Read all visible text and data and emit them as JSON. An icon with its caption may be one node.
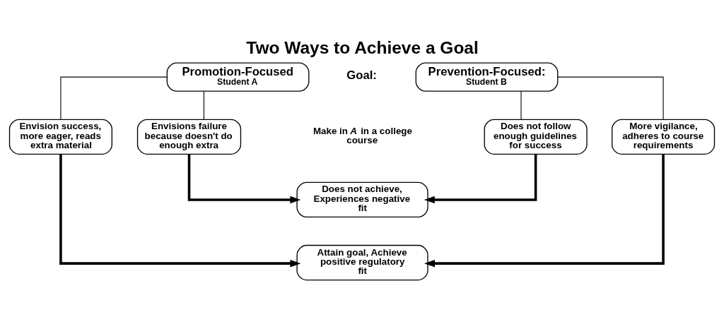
{
  "diagram": {
    "title": "Two Ways to Achieve a Goal",
    "nodes": [
      {
        "text": [
          "Promotion-Focused",
          "Student A"
        ]
      },
      {
        "text": [
          "Envision success, more eager, reads extra material"
        ]
      },
      {
        "text": [
          "Envisions failure because doesn't do enough extra"
        ]
      },
      {
        "text": [
          "Prevention-Focused:",
          "Student B"
        ]
      },
      {
        "text": [
          "Does not follow enough guidelines for success"
        ]
      },
      {
        "text": [
          "More vigilance, adheres to course requirements"
        ]
      },
      {
        "text": [
          "Does not achieve, Experiences negative fit"
        ]
      },
      {
        "text": [
          "Attain goal, Achieve positive regulatory fit"
        ]
      }
    ],
    "edges": [
      {
        "from": 0,
        "to": 1,
        "arrow": "none"
      },
      {
        "from": 0,
        "to": 2,
        "arrow": "none"
      },
      {
        "from": 3,
        "to": 4,
        "arrow": "none"
      },
      {
        "from": 3,
        "to": 5,
        "arrow": "none"
      },
      {
        "from": 2,
        "to": 6,
        "arrow": "to",
        "style": "thick"
      },
      {
        "from": 4,
        "to": 6,
        "arrow": "to",
        "style": "thick"
      },
      {
        "from": 1,
        "to": 7,
        "arrow": "to",
        "style": "thick"
      },
      {
        "from": 5,
        "to": 7,
        "arrow": "to",
        "style": "thick"
      }
    ],
    "labels": [
      "Goal:",
      "Make in *A* in a college course"
    ]
  }
}
